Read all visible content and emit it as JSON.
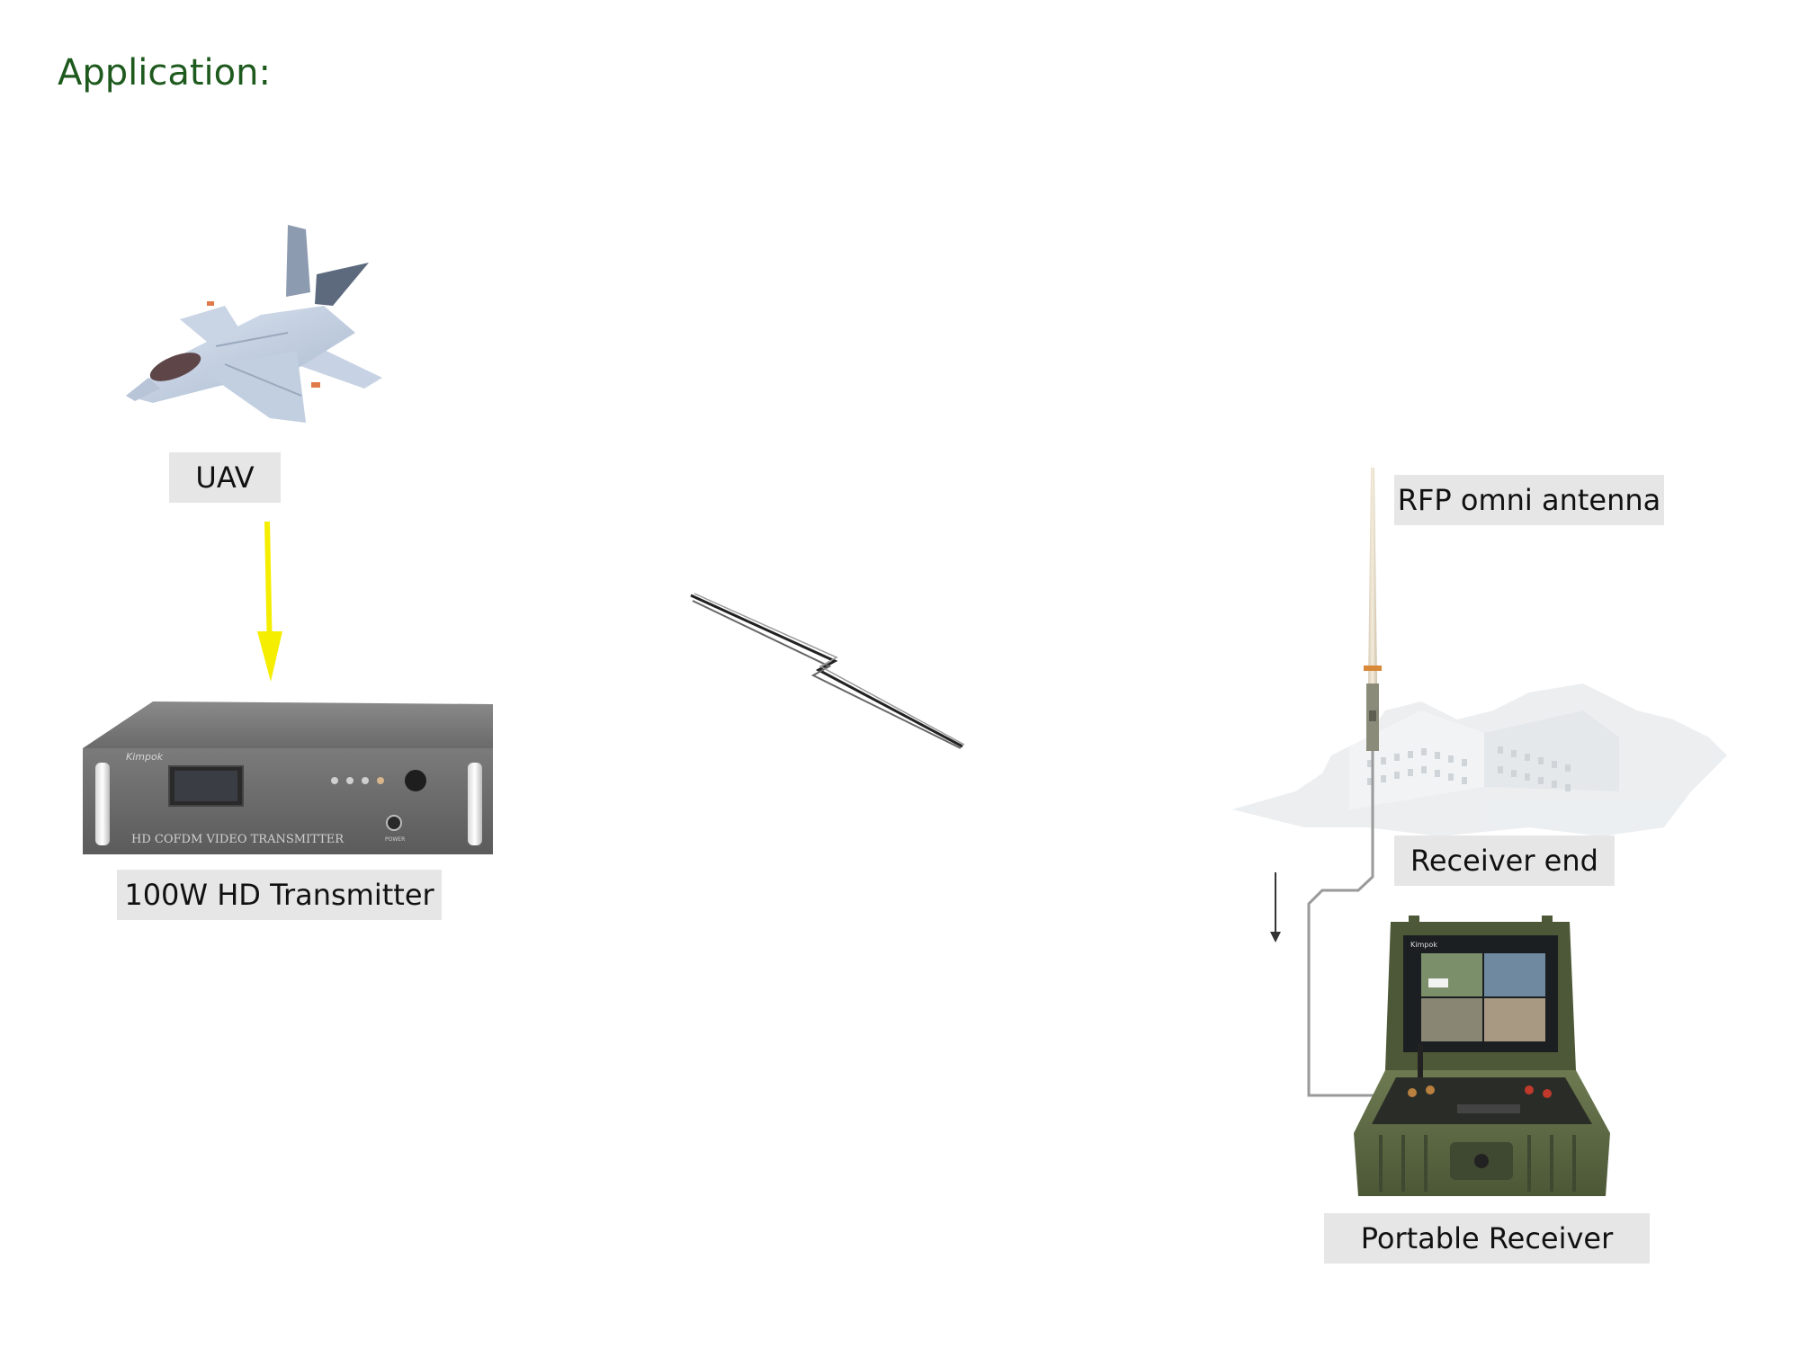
{
  "heading": "Application:",
  "labels": {
    "uav": "UAV",
    "transmitter": "100W HD Transmitter",
    "antenna": "RFP omni antenna",
    "receiver_end": "Receiver end",
    "portable_receiver": "Portable Receiver"
  },
  "device_text": {
    "transmitter_brand": "Kimpok",
    "transmitter_panel": "HD COFDM  VIDEO  TRANSMITTER",
    "transmitter_power": "POWER",
    "receiver_brand": "Kimpok"
  },
  "icons": {
    "aircraft": "jet-aircraft-icon",
    "rack": "rack-transmitter-icon",
    "signal": "lightning-signal-icon",
    "building": "building-icon",
    "antenna": "omni-antenna-icon",
    "case": "portable-receiver-case-icon"
  },
  "colors": {
    "heading": "#1e5a1e",
    "arrow": "#f5ee00",
    "label_bg": "#e6e6e6",
    "case_green": "#5e6b45",
    "rack_gray": "#6f6f6f"
  }
}
